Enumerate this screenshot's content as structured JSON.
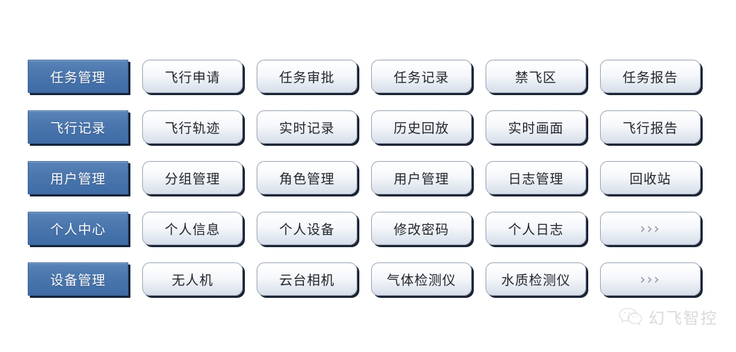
{
  "page": {
    "background_color": "#ffffff",
    "title": "幻飞智控 功能导航"
  },
  "theme": {
    "category_blue_top": "#5a84b8",
    "category_blue_bottom": "#3f6ca5",
    "category_text_color": "#ffffff",
    "item_bg_top": "#fdfefe",
    "item_bg_bottom": "#d7dfea",
    "item_border_color": "#9aa4b3",
    "item_text_color": "#22262c",
    "shadow_color": "#1a2435",
    "more_glyph_color": "#8b929c",
    "watermark_color": "#b9bcc1"
  },
  "nav": {
    "rows": [
      {
        "category": "任务管理",
        "items": [
          {
            "label": "飞行申请",
            "kind": "item"
          },
          {
            "label": "任务审批",
            "kind": "item"
          },
          {
            "label": "任务记录",
            "kind": "item"
          },
          {
            "label": "禁飞区",
            "kind": "item"
          },
          {
            "label": "任务报告",
            "kind": "item"
          }
        ]
      },
      {
        "category": "飞行记录",
        "items": [
          {
            "label": "飞行轨迹",
            "kind": "item"
          },
          {
            "label": "实时记录",
            "kind": "item"
          },
          {
            "label": "历史回放",
            "kind": "item"
          },
          {
            "label": "实时画面",
            "kind": "item"
          },
          {
            "label": "飞行报告",
            "kind": "item"
          }
        ]
      },
      {
        "category": "用户管理",
        "items": [
          {
            "label": "分组管理",
            "kind": "item"
          },
          {
            "label": "角色管理",
            "kind": "item"
          },
          {
            "label": "用户管理",
            "kind": "item"
          },
          {
            "label": "日志管理",
            "kind": "item"
          },
          {
            "label": "回收站",
            "kind": "item"
          }
        ]
      },
      {
        "category": "个人中心",
        "items": [
          {
            "label": "个人信息",
            "kind": "item"
          },
          {
            "label": "个人设备",
            "kind": "item"
          },
          {
            "label": "修改密码",
            "kind": "item"
          },
          {
            "label": "个人日志",
            "kind": "item"
          },
          {
            "label": "›››",
            "kind": "more"
          }
        ]
      },
      {
        "category": "设备管理",
        "items": [
          {
            "label": "无人机",
            "kind": "item"
          },
          {
            "label": "云台相机",
            "kind": "item"
          },
          {
            "label": "气体检测仪",
            "kind": "item"
          },
          {
            "label": "水质检测仪",
            "kind": "item"
          },
          {
            "label": "›››",
            "kind": "more"
          }
        ]
      }
    ]
  },
  "watermark": {
    "icon": "wechat-icon",
    "text": "幻飞智控"
  }
}
